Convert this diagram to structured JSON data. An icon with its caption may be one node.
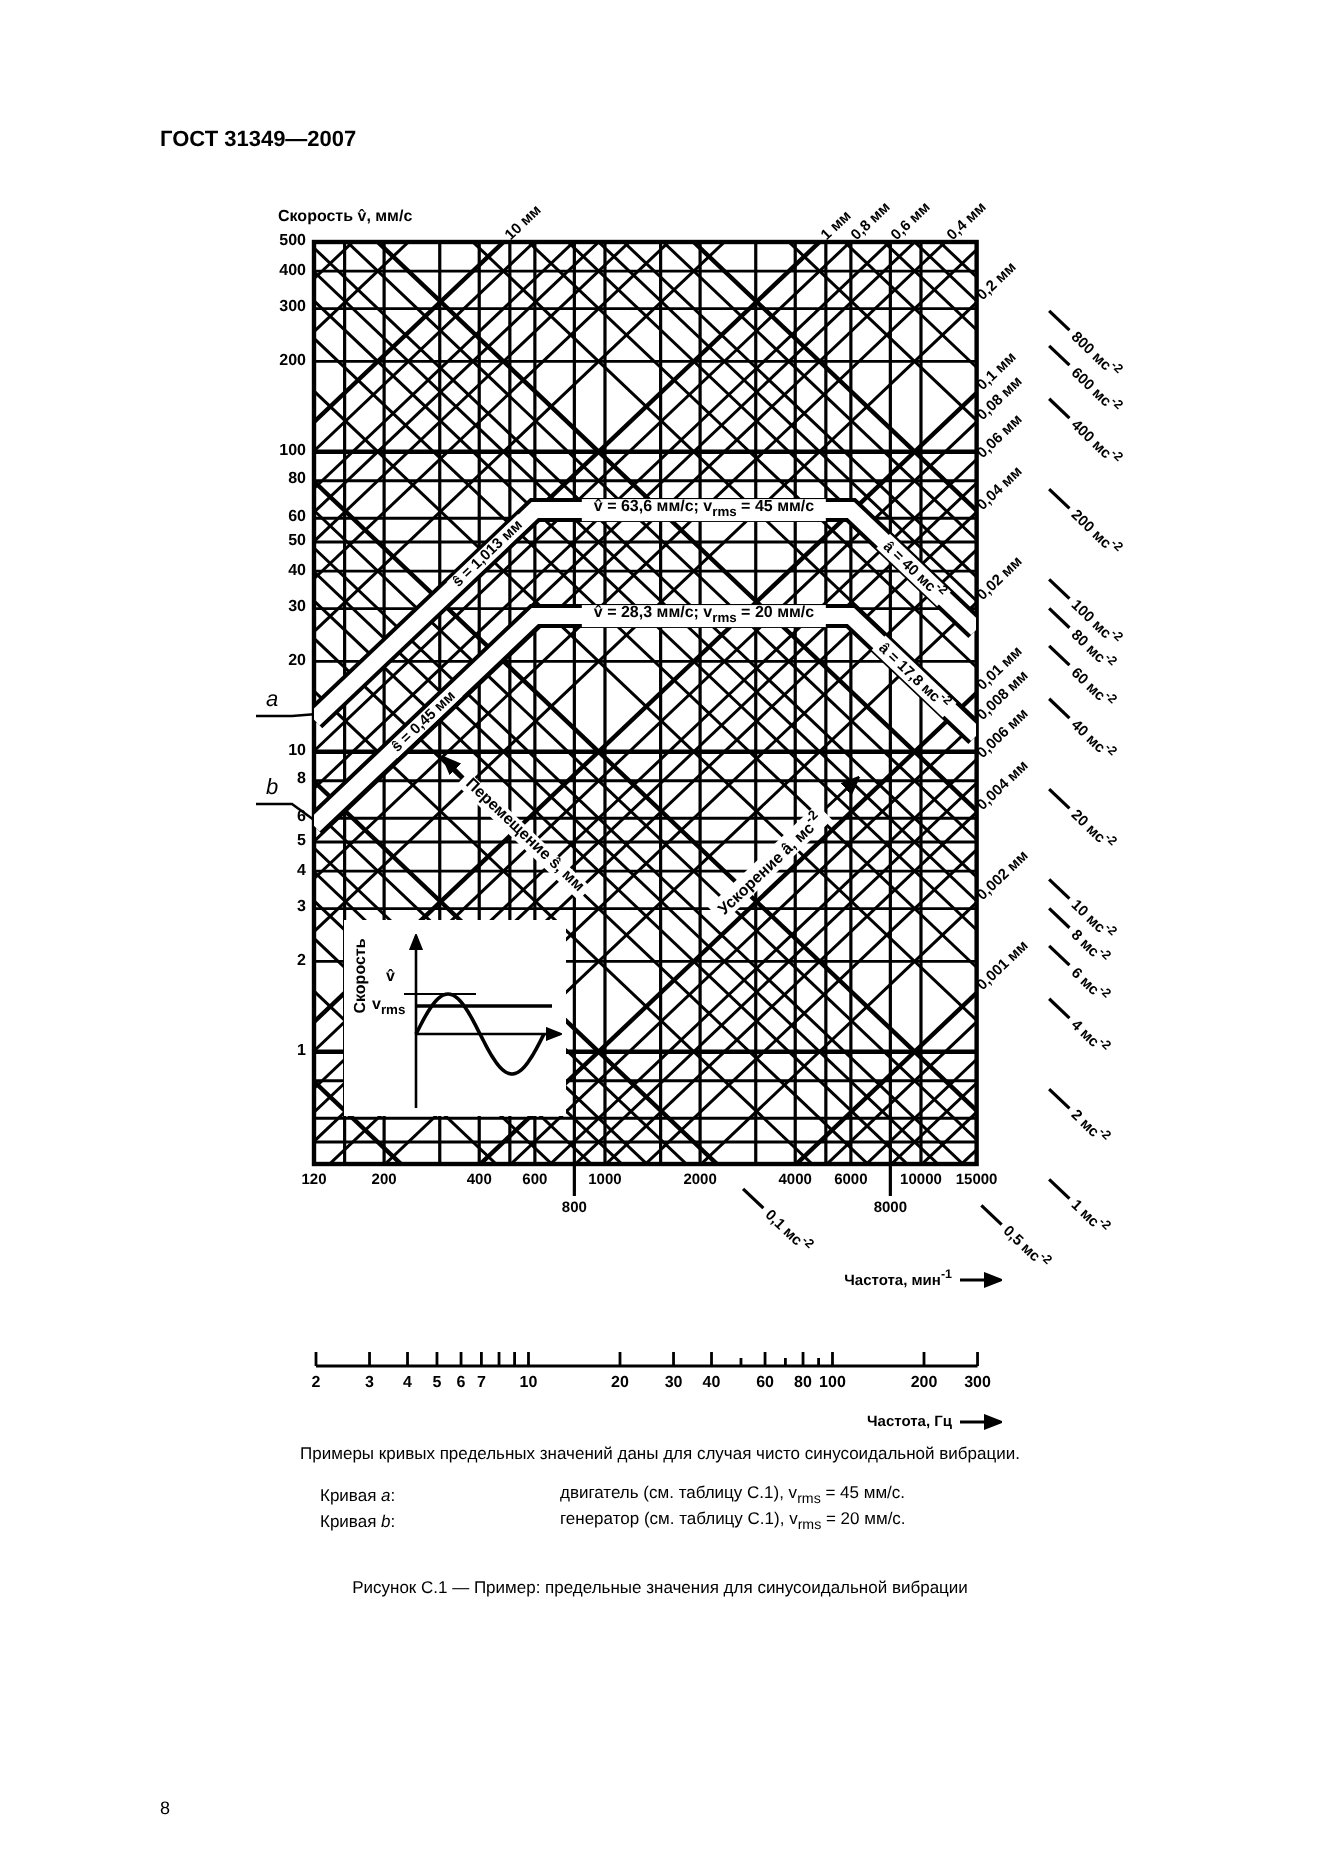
{
  "diagram": {
    "caption": "Рисунок С.1 — Пример: предельные значения для синусоидальной вибрации",
    "nodes": [
      {
        "text": [
          "a"
        ]
      },
      {
        "text": [
          "b"
        ]
      },
      {
        "text": [
          "ŝ = 1,013 мм",
          "v̂ = 63,6 мм/с; v$_{rms}$ = 45 мм/с",
          "â = 40 мс$^{-2}$"
        ]
      },
      {
        "text": [
          "ŝ = 0,45 мм",
          "v̂ = 28,3 мм/с; v$_{rms}$ = 20 мм/с",
          "â = 17,8 мс$^{-2}$"
        ]
      },
      {
        "text": [
          "Скорость",
          "v̂",
          "v$_{rms}$"
        ]
      }
    ],
    "edges": [
      {
        "from": 0,
        "to": 2,
        "arrow": "none"
      },
      {
        "from": 1,
        "to": 3,
        "arrow": "none"
      }
    ],
    "labels": [
      "ГОСТ 31349—2007",
      "Скорость v̂, мм/с",
      "500",
      "400",
      "300",
      "200",
      "100",
      "80",
      "60",
      "50",
      "40",
      "30",
      "20",
      "10",
      "8",
      "6",
      "5",
      "4",
      "3",
      "2",
      "1",
      "10 мм",
      "1 мм",
      "0,8 мм",
      "0,6 мм",
      "0,4 мм",
      "0,2 мм",
      "0,1 мм",
      "0,08 мм",
      "0,06 мм",
      "0,04 мм",
      "0,02 мм",
      "0,01 мм",
      "0,008 мм",
      "0,006 мм",
      "0,004 мм",
      "0,002 мм",
      "0,001 мм",
      "800 мс$^{-2}$",
      "600 мс$^{-2}$",
      "400 мс$^{-2}$",
      "200 мс$^{-2}$",
      "100 мс$^{-2}$",
      "80 мс$^{-2}$",
      "60 мс$^{-2}$",
      "40 мс$^{-2}$",
      "20 мс$^{-2}$",
      "10 мс$^{-2}$",
      "8 мс$^{-2}$",
      "6 мс$^{-2}$",
      "4 мс$^{-2}$",
      "2 мс$^{-2}$",
      "1 мс$^{-2}$",
      "0,5 мс$^{-2}$",
      "0,1 мс$^{-2}$",
      "Перемещение ŝ, мм",
      "Ускорение â, мс$^{-2}$",
      "120",
      "200",
      "400",
      "600",
      "1000",
      "2000",
      "4000",
      "6000",
      "10000",
      "15000",
      "800",
      "8000",
      "Частота, мин$^{-1}$",
      "2",
      "3",
      "4",
      "5",
      "6",
      "7",
      "10",
      "20",
      "30",
      "40",
      "60",
      "80",
      "100",
      "200",
      "300",
      "Частота, Гц",
      "Примеры кривых предельных значений даны для случая чисто синусоидальной вибрации.",
      "Кривая *a*:",
      "двигатель (см. таблицу С.1), v$_{rms}$ = 45 мм/с.",
      "Кривая *b*:",
      "генератор (см. таблицу С.1), v$_{rms}$ = 20 мм/с.",
      "8"
    ]
  }
}
